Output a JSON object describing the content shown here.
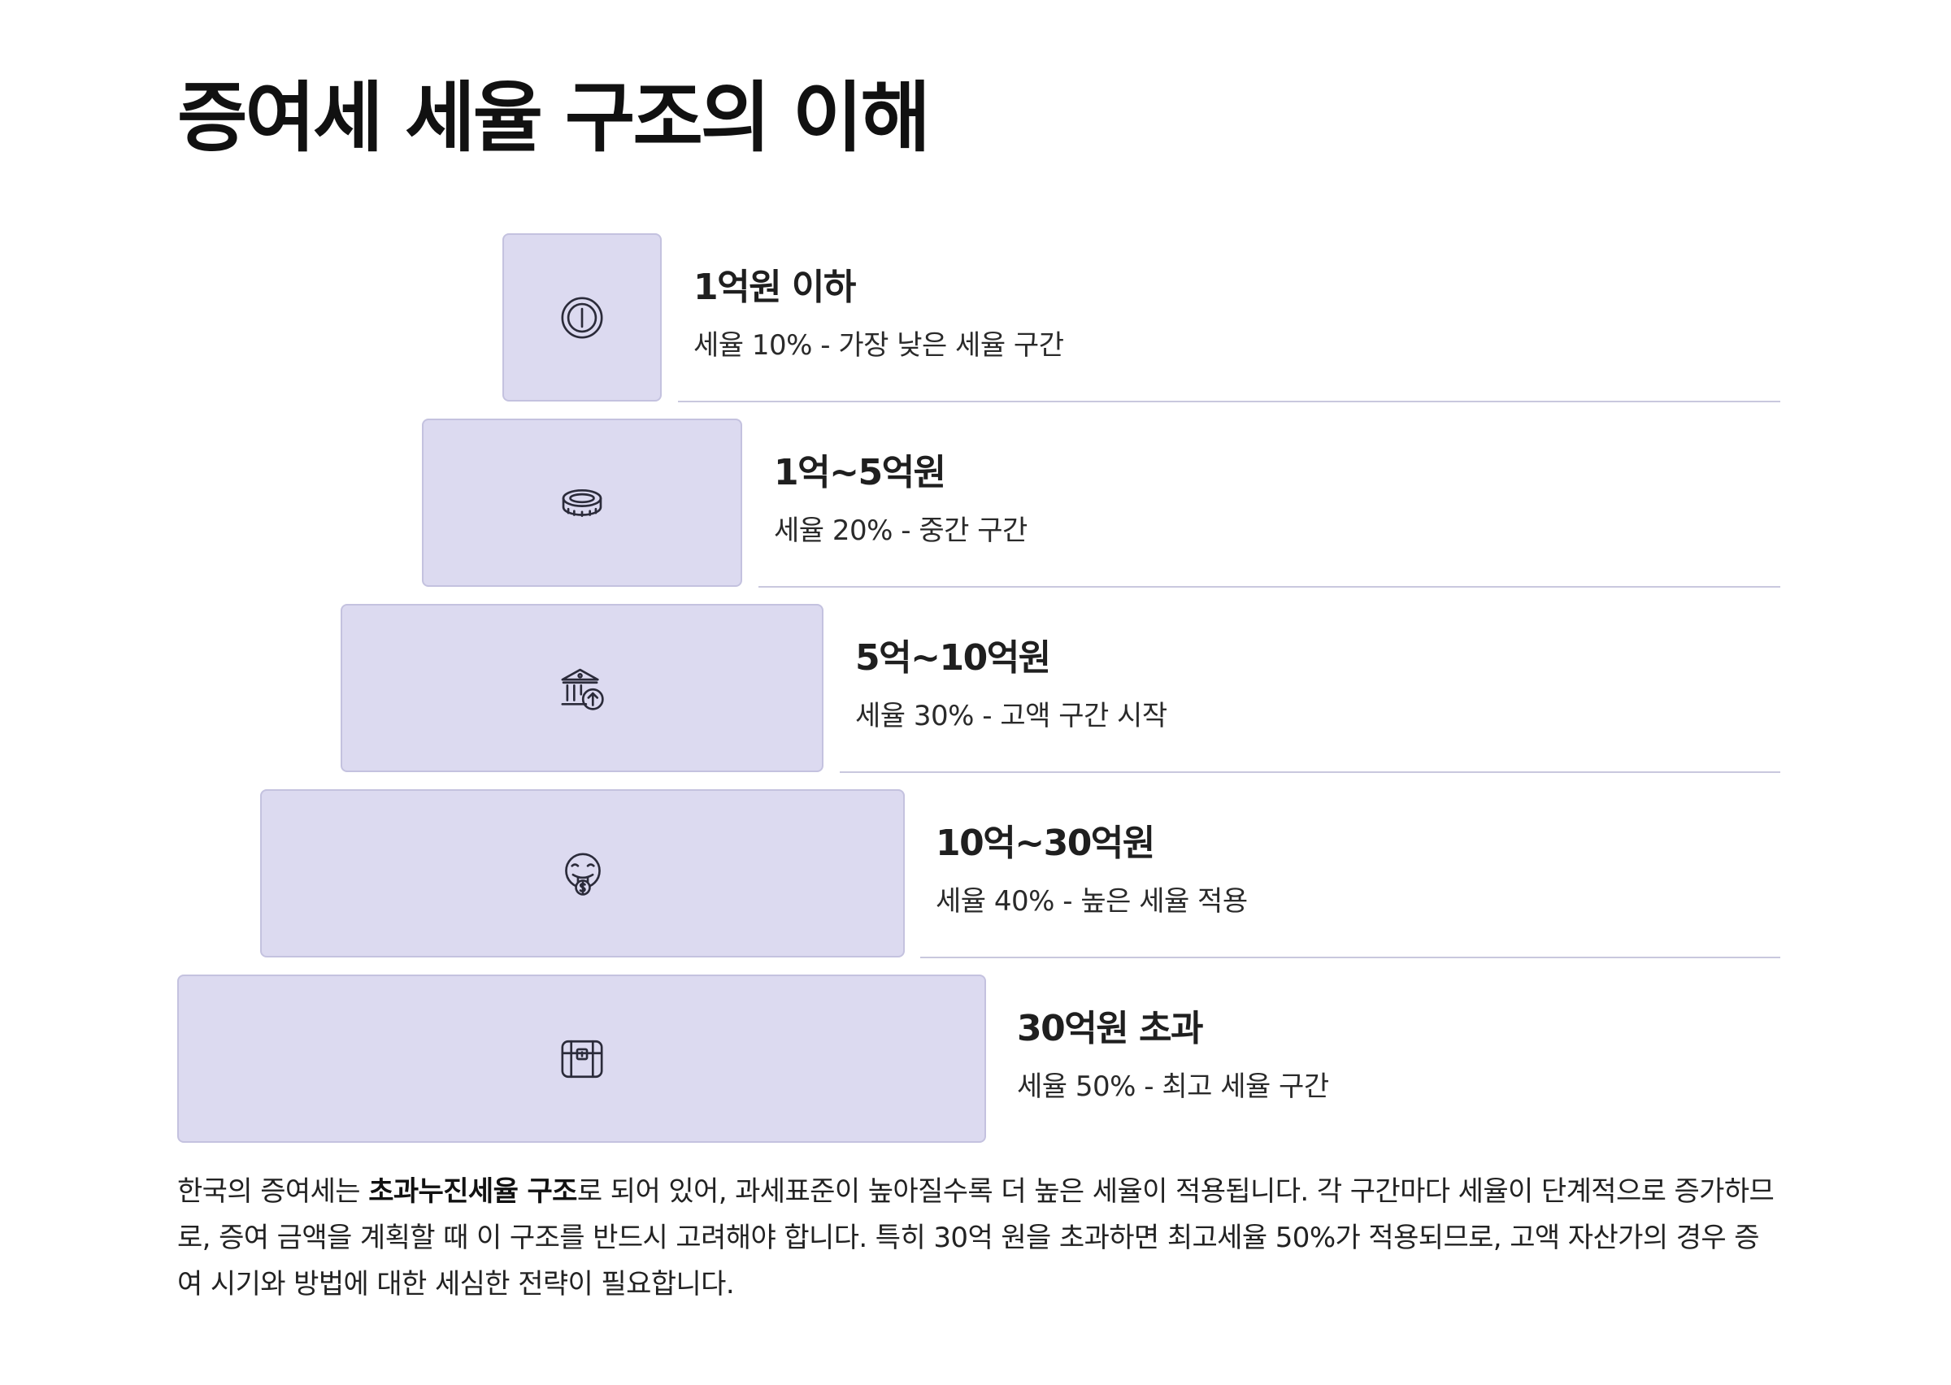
{
  "title": "증여세 세율 구조의 이해",
  "tiers": [
    {
      "label": "1억원 이하",
      "description": "세율 10% - 가장 낮은 세율 구간",
      "icon": "coin-icon",
      "rate": 10
    },
    {
      "label": "1억~5억원",
      "description": "세율 20% - 중간 구간",
      "icon": "coins-icon",
      "rate": 20
    },
    {
      "label": "5억~10억원",
      "description": "세율 30% - 고액 구간 시작",
      "icon": "bank-arrow-up-icon",
      "rate": 30
    },
    {
      "label": "10억~30억원",
      "description": "세율 40% - 높은 세율 적용",
      "icon": "money-face-icon",
      "rate": 40
    },
    {
      "label": "30억원 초과",
      "description": "세율 50% - 최고 세율 구간",
      "icon": "treasure-chest-icon",
      "rate": 50
    }
  ],
  "summary": {
    "part1": "한국의 증여세는 ",
    "bold": "초과누진세율 구조",
    "part2": "로 되어 있어, 과세표준이 높아질수록 더 높은 세율이 적용됩니다. 각 구간마다 세율이 단계적으로 증가하므로, 증여 금액을 계획할 때 이 구조를 반드시 고려해야 합니다. 특히 30억 원을 초과하면 최고세율 50%가 적용되므로, 고액 자산가의 경우 증여 시기와 방법에 대한 세심한 전략이 필요합니다."
  },
  "colors": {
    "box_fill": "#dcdaf0",
    "box_border": "#c4c2df",
    "divider": "#c9c8de",
    "icon_stroke": "#2b2b3a"
  }
}
